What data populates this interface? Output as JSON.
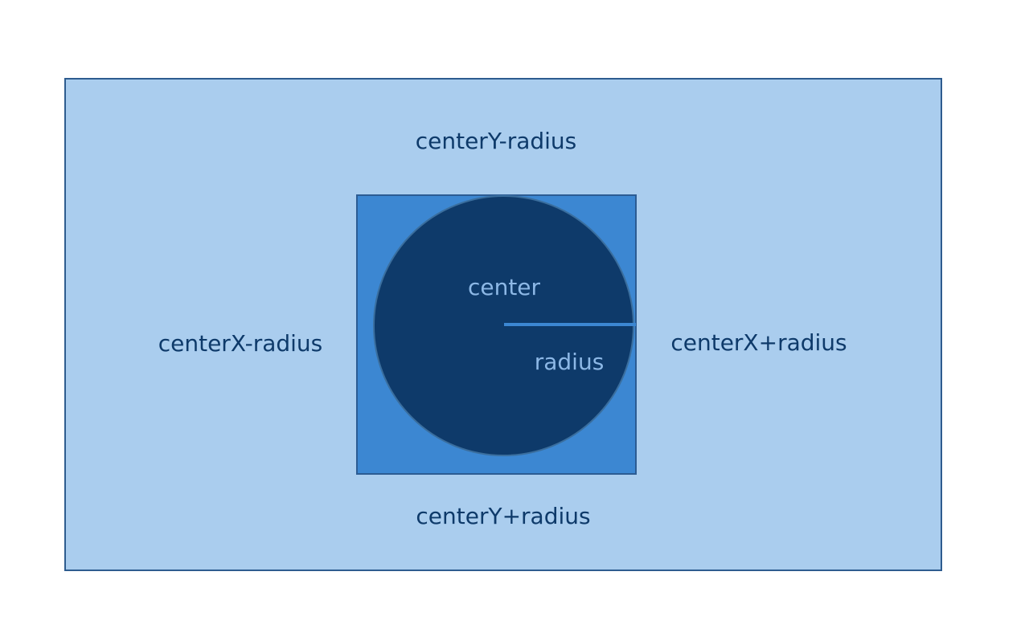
{
  "labels": {
    "top": "centerY-radius",
    "bottom": "centerY+radius",
    "left": "centerX-radius",
    "right": "centerX+radius",
    "center": "center",
    "radius": "radius"
  },
  "colors": {
    "outer_fill": "#AACDEE",
    "square_fill": "#3C87D2",
    "circle_fill": "#0E3A6A",
    "radius_line": "#3C87D2",
    "outer_text": "#0E3A6A",
    "inner_text": "#8DB8E6"
  }
}
